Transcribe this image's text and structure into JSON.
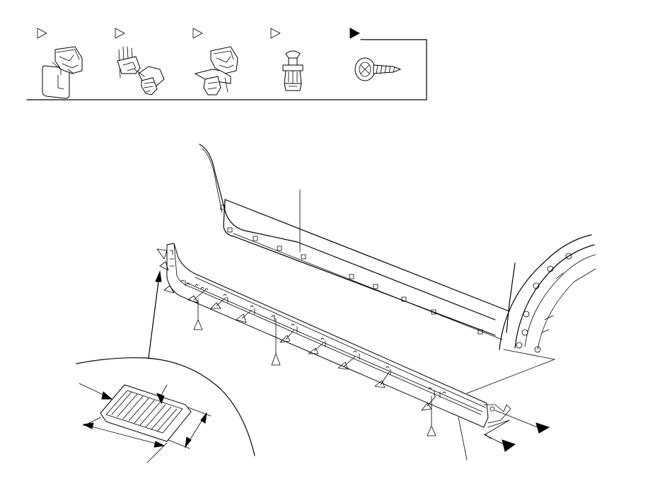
{
  "legend": {
    "items": [
      {
        "icon": "clip-with-pad-icon",
        "marker": "open-triangle"
      },
      {
        "icon": "clip-with-grommet-icon",
        "marker": "open-triangle"
      },
      {
        "icon": "clip-with-fastener-icon",
        "marker": "open-triangle"
      },
      {
        "icon": "push-rivet-icon",
        "marker": "open-triangle"
      },
      {
        "icon": "tapping-screw-icon",
        "marker": "filled-triangle"
      }
    ]
  },
  "colors": {
    "line": "#000000",
    "background": "#ffffff"
  }
}
